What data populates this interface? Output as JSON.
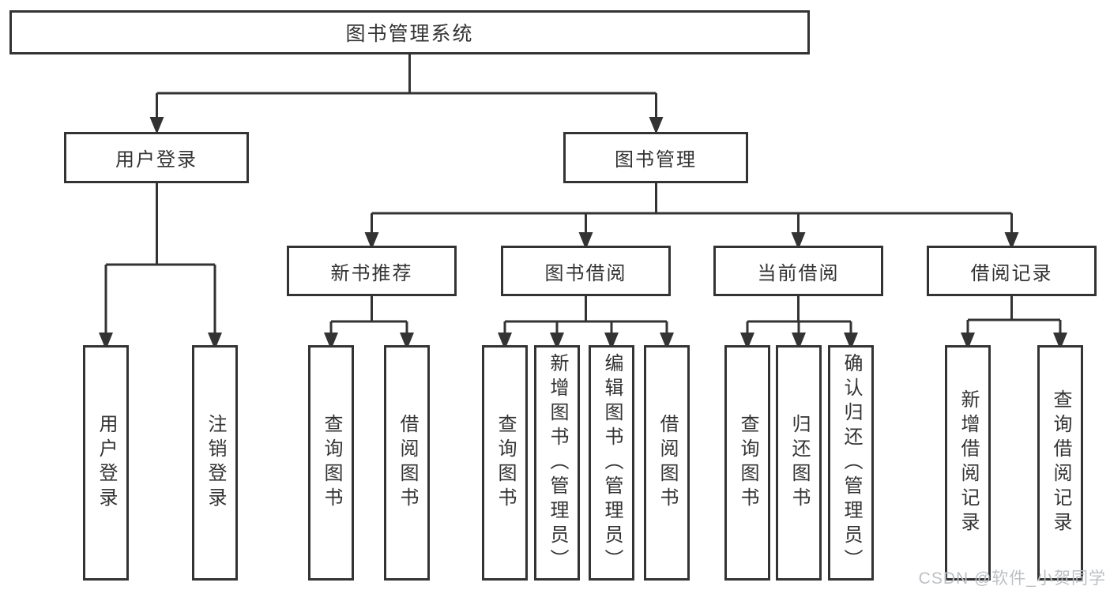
{
  "tree": {
    "label": "图书管理系统",
    "children": [
      {
        "label": "用户登录",
        "children": [
          {
            "label": "用户登录"
          },
          {
            "label": "注销登录"
          }
        ]
      },
      {
        "label": "图书管理",
        "children": [
          {
            "label": "新书推荐",
            "children": [
              {
                "label": "查询图书"
              },
              {
                "label": "借阅图书"
              }
            ]
          },
          {
            "label": "图书借阅",
            "children": [
              {
                "label": "查询图书"
              },
              {
                "label": "新增图书（管理员）"
              },
              {
                "label": "编辑图书（管理员）"
              },
              {
                "label": "借阅图书"
              }
            ]
          },
          {
            "label": "当前借阅",
            "children": [
              {
                "label": "查询图书"
              },
              {
                "label": "归还图书"
              },
              {
                "label": "确认归还（管理员）"
              }
            ]
          },
          {
            "label": "借阅记录",
            "children": [
              {
                "label": "新增借阅记录"
              },
              {
                "label": "查询借阅记录"
              }
            ]
          }
        ]
      }
    ]
  },
  "watermark": "CSDN @软件_小贺同学",
  "colors": {
    "line": "#333333",
    "box_border": "#333333",
    "text": "#333333",
    "watermark": "#bdc0c4",
    "background": "#ffffff"
  }
}
